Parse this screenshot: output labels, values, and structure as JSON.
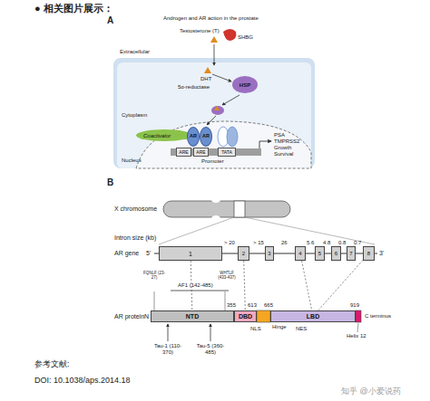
{
  "diagram": {
    "title": "● 相关图片展示：",
    "nodes": [
      {
        "text": [
          "Coactivator"
        ]
      },
      {
        "text": [
          "AR"
        ]
      },
      {
        "text": [
          "AR"
        ]
      },
      {
        "text": [
          "ARE"
        ]
      },
      {
        "text": [
          "ARE"
        ]
      },
      {
        "text": [
          "TATA"
        ]
      },
      {
        "text": [
          "HSP"
        ]
      },
      {
        "text": [
          "1"
        ]
      },
      {
        "text": [
          "2"
        ]
      },
      {
        "text": [
          "3"
        ]
      },
      {
        "text": [
          "4"
        ]
      },
      {
        "text": [
          "5"
        ]
      },
      {
        "text": [
          "6"
        ]
      },
      {
        "text": [
          "7"
        ]
      },
      {
        "text": [
          "8"
        ]
      },
      {
        "text": [
          "NTD"
        ]
      },
      {
        "text": [
          "DBD"
        ]
      },
      {
        "text": [
          "LBD"
        ]
      }
    ],
    "edges": [
      {
        "from": 7,
        "to": 15,
        "arrow": "none"
      },
      {
        "from": 8,
        "to": 16,
        "arrow": "none"
      },
      {
        "from": 10,
        "to": 17,
        "arrow": "none"
      },
      {
        "from": 14,
        "to": 17,
        "arrow": "none"
      }
    ],
    "labels": [
      "A",
      "Androgen and AR action in the prostate",
      "Testosterone (T)",
      "SHBG",
      "Extracellular",
      "DHT",
      "5α-reductase",
      "Cytoplasm",
      "Nucleus",
      "Promoter",
      "PSA",
      "TMPRSS2",
      "Growth",
      "Survival",
      "B",
      "X chromosome",
      "Intron size (kb)",
      "> 20",
      "> 15",
      "26",
      "5.6",
      "4.8",
      "0.8",
      "0.7",
      "AR gene",
      "5'",
      "3'",
      "AR protein",
      "N",
      "FQNLF (23-27)",
      "AF1 (142-485)",
      "WHTLF (433-437)",
      "355",
      "613",
      "665",
      "919",
      "NLS",
      "Hinge",
      "NES",
      "Helix 12",
      "C terminus",
      "Tau-1 (110-370)",
      "Tau-5 (360-485)",
      "参考文献:",
      "DOI: 10.1038/aps.2014.18",
      "知乎 @小爱说药"
    ]
  }
}
